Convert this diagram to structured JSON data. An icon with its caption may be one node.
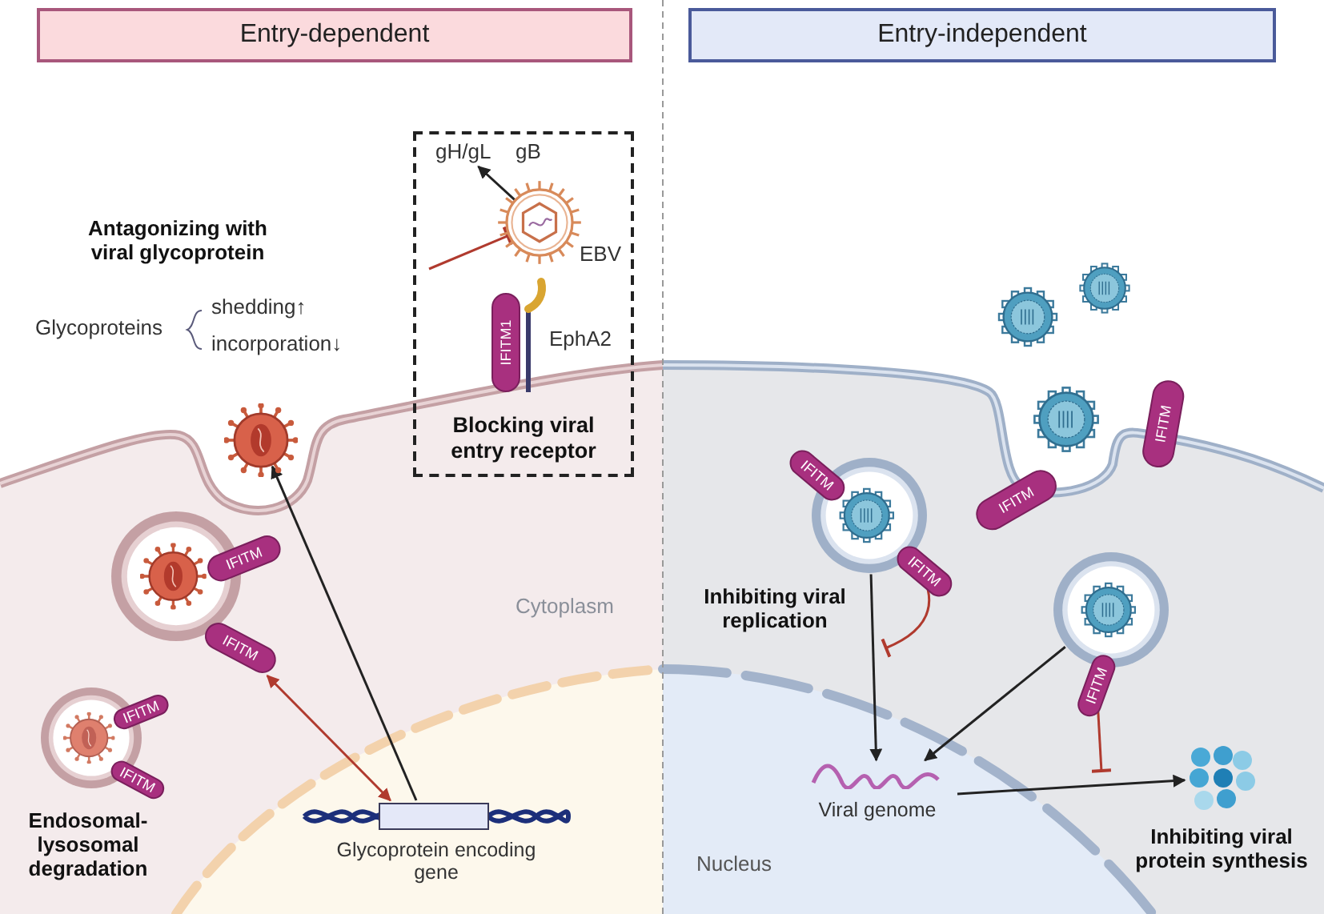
{
  "diagram": {
    "nodes": [
      {
        "text": [
          "Entry-dependent"
        ]
      },
      {
        "text": [
          "Entry-independent"
        ]
      },
      {
        "text": [
          "Blocking viral entry receptor"
        ]
      },
      {
        "text": [],
        "shape": "picture",
        "in": 2
      },
      {
        "text": [
          "gH/gL"
        ],
        "in": 2
      },
      {
        "text": [
          "IFITM1"
        ],
        "in": 2
      },
      {
        "text": [],
        "shape": "picture"
      },
      {
        "text": [],
        "shape": "circle"
      },
      {
        "text": [
          "IFITM"
        ]
      },
      {
        "text": [
          "IFITM"
        ]
      },
      {
        "text": [],
        "shape": "circle"
      },
      {
        "text": [
          "IFITM"
        ]
      },
      {
        "text": [
          "IFITM"
        ]
      },
      {
        "text": [
          "Glycoprotein encoding gene"
        ]
      },
      {
        "text": [],
        "shape": "circle",
        "beside": [
          "Inhibiting viral replication"
        ]
      },
      {
        "text": [
          "IFITM"
        ]
      },
      {
        "text": [
          "IFITM"
        ]
      },
      {
        "text": [
          "IFITM"
        ]
      },
      {
        "text": [
          "IFITM"
        ]
      },
      {
        "text": [],
        "shape": "circle"
      },
      {
        "text": [
          "IFITM"
        ]
      },
      {
        "text": [
          "Viral genome"
        ]
      },
      {
        "text": [],
        "shape": "picture",
        "beside": [
          "Inhibiting viral protein synthesis"
        ]
      }
    ],
    "edges": [
      {
        "from": 3,
        "to": 4,
        "arrow": "to"
      },
      {
        "from": null,
        "to": 3,
        "arrow": "other",
        "color": "#b03a2e"
      },
      {
        "from": 13,
        "to": 6,
        "arrow": "to"
      },
      {
        "from": 13,
        "to": 9,
        "arrow": "both",
        "color": "#b03a2e"
      },
      {
        "from": 14,
        "to": 21,
        "arrow": "to"
      },
      {
        "from": 16,
        "to": null,
        "arrow": "other",
        "color": "#b03a2e"
      },
      {
        "from": 19,
        "to": 21,
        "arrow": "to"
      },
      {
        "from": 21,
        "to": 22,
        "arrow": "to"
      },
      {
        "from": 20,
        "to": null,
        "arrow": "other",
        "color": "#b03a2e"
      }
    ],
    "labels": [
      "gB",
      "EBV",
      "Antagonizing with viral glycoprotein",
      "Glycoproteins",
      "shedding↑",
      "incorporation↓",
      "EphA2",
      "Cytoplasm",
      "Endosomal-lysosomal degradation",
      "Nucleus"
    ]
  }
}
